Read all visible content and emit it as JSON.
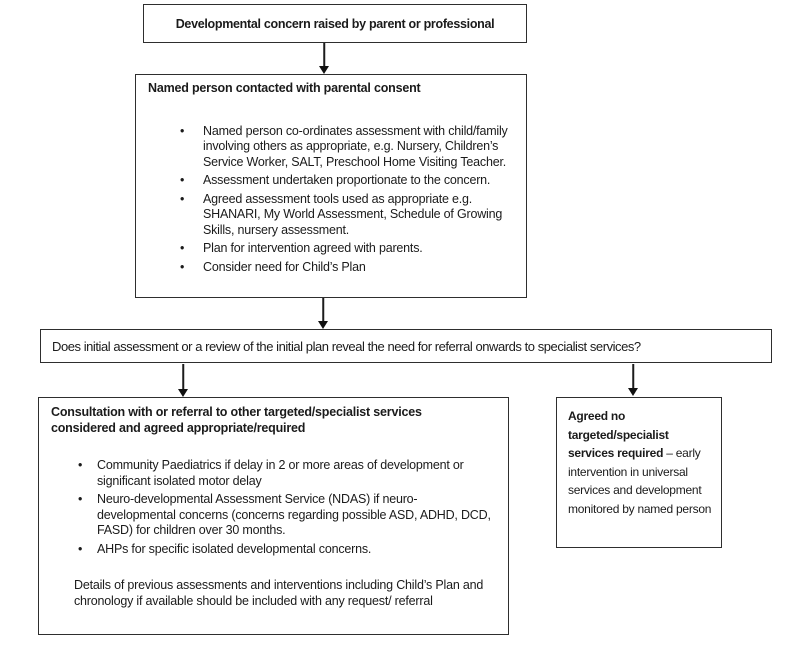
{
  "diagram": {
    "type": "flowchart",
    "nodes": {
      "concern": {
        "text": "Developmental concern raised by parent or professional"
      },
      "named_person": {
        "title": "Named person contacted with parental consent",
        "bullets": [
          "Named person co-ordinates assessment with child/family involving others as appropriate, e.g. Nursery, Children’s Service Worker, SALT, Preschool Home Visiting Teacher.",
          "Assessment undertaken proportionate to the concern.",
          "Agreed assessment tools used as appropriate e.g. SHANARI, My World Assessment, Schedule of Growing Skills, nursery assessment.",
          "Plan for intervention agreed with parents.",
          "Consider need for Child’s Plan"
        ]
      },
      "question": {
        "text": "Does initial assessment or a review of the initial plan reveal the need for referral onwards to specialist services?"
      },
      "consultation": {
        "title": "Consultation with or referral to other targeted/specialist services considered and agreed appropriate/required",
        "bullets": [
          "Community Paediatrics if delay in 2 or more areas of development or significant isolated motor delay",
          "Neuro-developmental Assessment Service (NDAS) if neuro-developmental concerns (concerns regarding possible ASD, ADHD, DCD, FASD) for children over 30 months.",
          "AHPs for specific isolated developmental concerns."
        ],
        "note": "Details of previous assessments and interventions including Child’s Plan and chronology if available should be included with any request/ referral"
      },
      "no_specialist": {
        "bold_text": "Agreed no targeted/specialist services required",
        "rest_text": " – early intervention in universal services and development monitored by named person"
      }
    },
    "colors": {
      "background": "#ffffff",
      "border": "#2e2e2e",
      "text": "#1b1b1b"
    }
  }
}
